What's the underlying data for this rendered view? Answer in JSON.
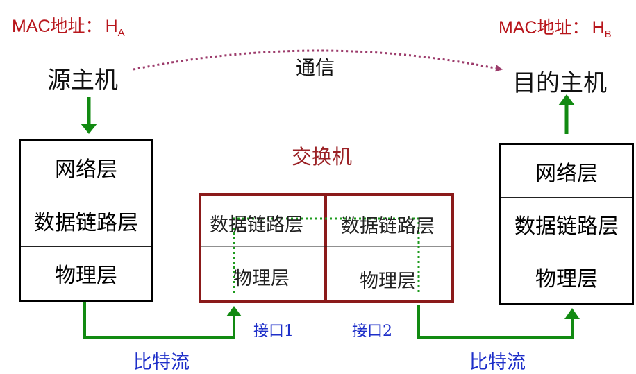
{
  "source_host": {
    "mac_label": "MAC地址：",
    "mac_h": "H",
    "mac_sub": "A",
    "title": "源主机",
    "layers": [
      "网络层",
      "数据链路层",
      "物理层"
    ]
  },
  "dest_host": {
    "mac_label": "MAC地址：",
    "mac_h": "H",
    "mac_sub": "B",
    "title": "目的主机",
    "layers": [
      "网络层",
      "数据链路层",
      "物理层"
    ]
  },
  "communication_label": "通信",
  "switch": {
    "title": "交换机",
    "left_datalink": "数据链路层",
    "right_datalink": "数据链路层",
    "left_physical": "物理层",
    "right_physical": "物理层",
    "port1": "接口1",
    "port2": "接口2"
  },
  "bitstream_left": "比特流",
  "bitstream_right": "比特流",
  "colors": {
    "mac_text": "#b8161c",
    "switch_border": "#8b1a1a",
    "switch_title": "#9b2226",
    "arrow_green": "#118a11",
    "dotted_purple": "#9c3b6b",
    "dotted_green": "#1d9a1d",
    "label_blue": "#1e2fc9"
  }
}
